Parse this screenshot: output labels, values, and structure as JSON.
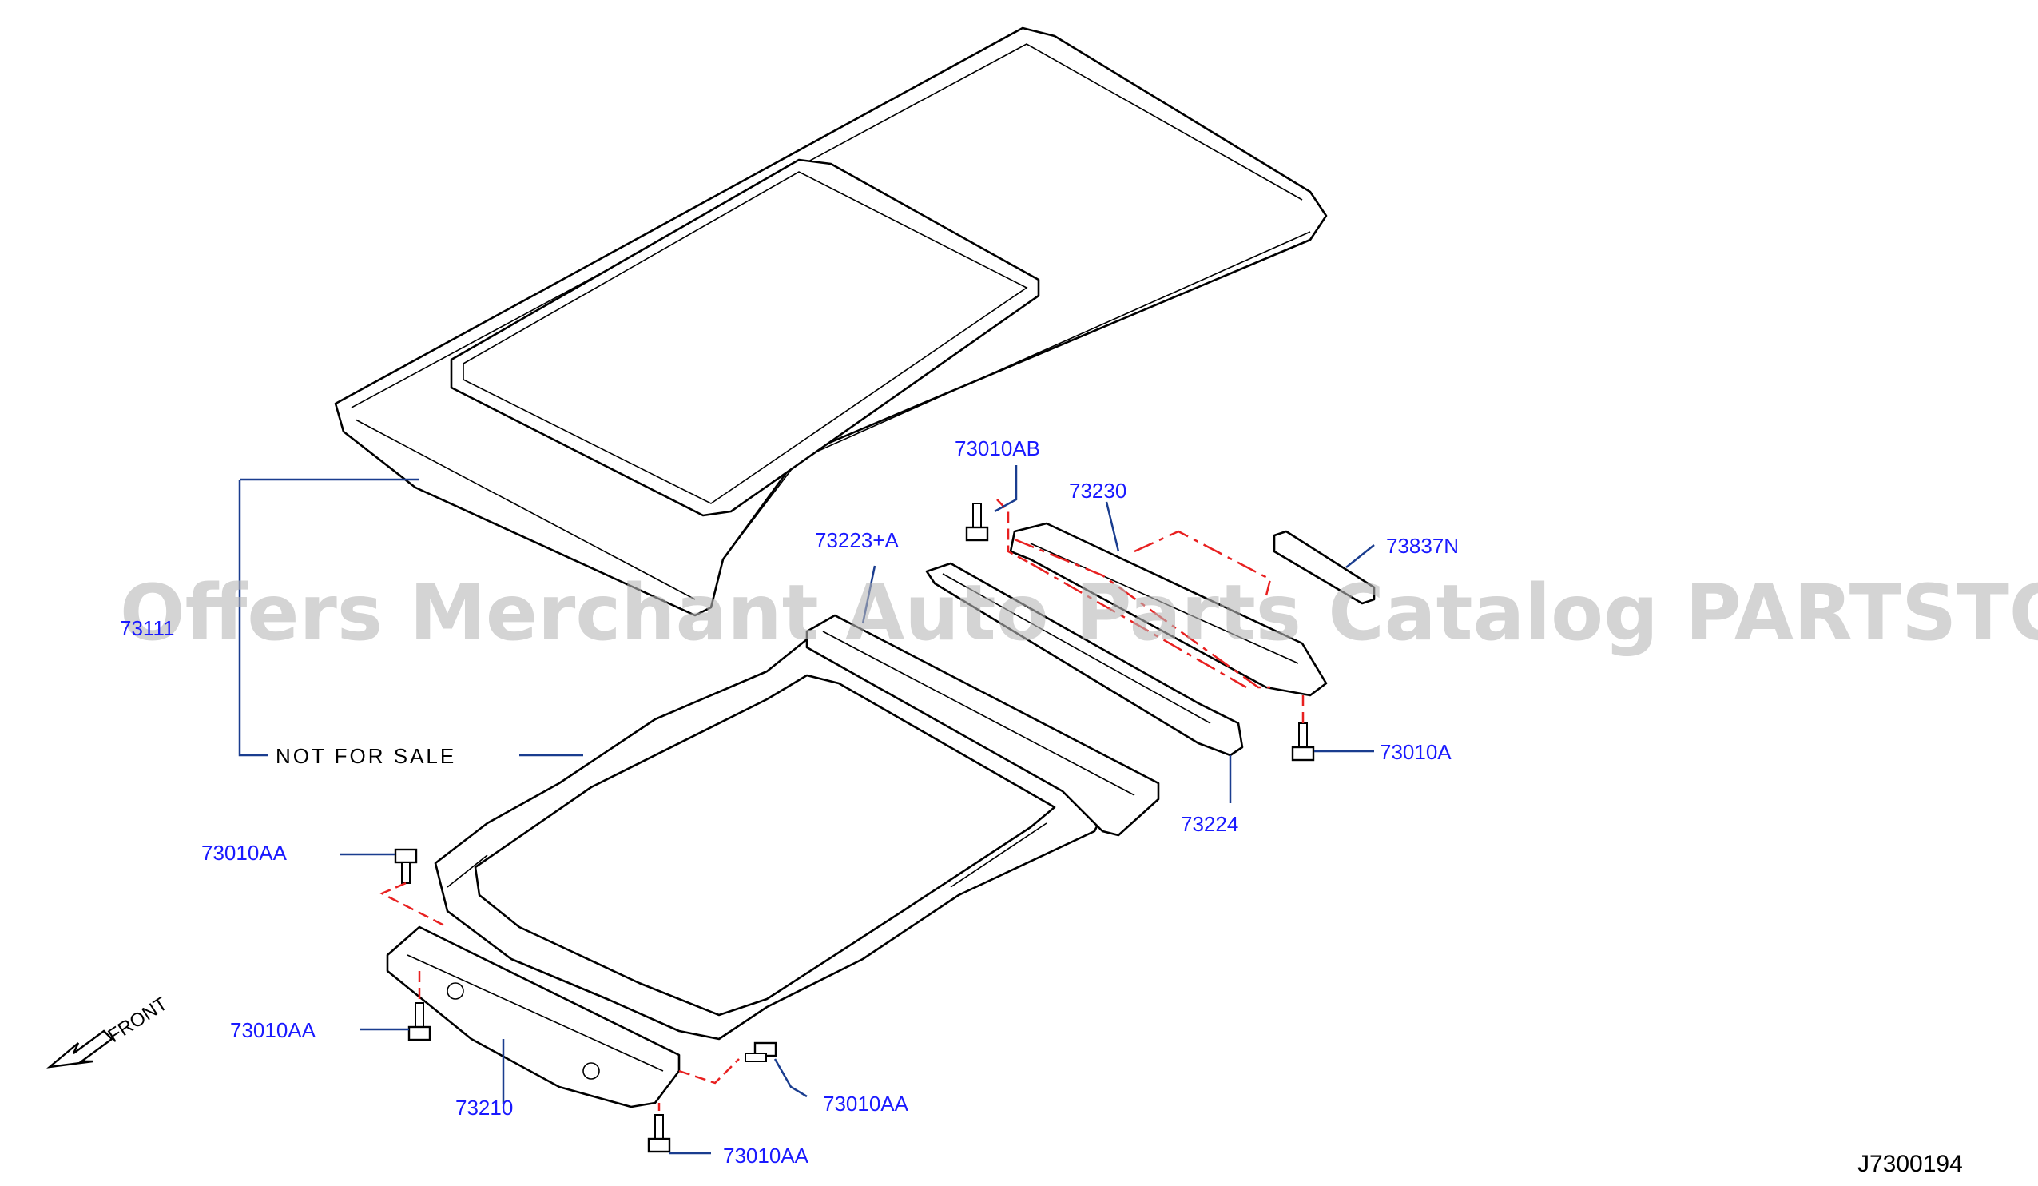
{
  "labels": {
    "p73010AB": "73010AB",
    "p73230": "73230",
    "p73223A": "73223+A",
    "p73837N": "73837N",
    "p73111": "73111",
    "not_for_sale": "NOT  FOR  SALE",
    "p73010A": "73010A",
    "p73224": "73224",
    "p73010AA_1": "73010AA",
    "p73010AA_2": "73010AA",
    "p73210": "73210",
    "p73010AA_3": "73010AA",
    "p73010AA_4": "73010AA",
    "front": "FRONT",
    "diagram_id": "J7300194"
  },
  "watermark": "Offers Merchant Auto Parts Catalog PARTSTORE.SA",
  "colors": {
    "label": "#1a1aff",
    "leader": "#1a3d8f",
    "dashed_link": "#e82020",
    "watermark": "#b8b8b8"
  }
}
